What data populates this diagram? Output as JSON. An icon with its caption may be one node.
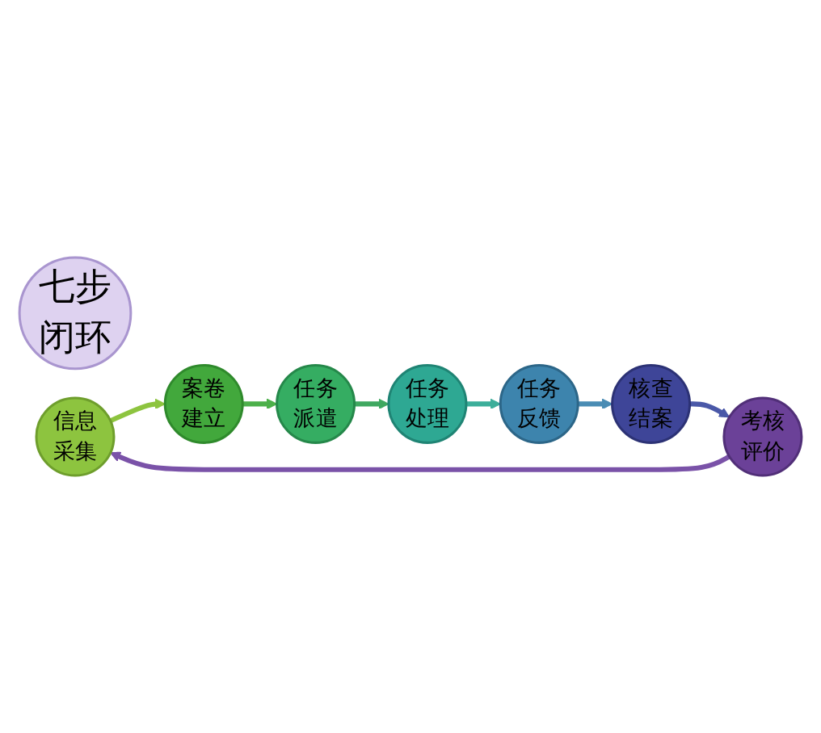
{
  "diagram": {
    "nodes": [
      {
        "text": [
          "七步闭环"
        ]
      },
      {
        "text": [
          "信息采集"
        ]
      },
      {
        "text": [
          "案卷建立"
        ]
      },
      {
        "text": [
          "任务派遣"
        ]
      },
      {
        "text": [
          "任务处理"
        ]
      },
      {
        "text": [
          "任务反馈"
        ]
      },
      {
        "text": [
          "核查结案"
        ]
      },
      {
        "text": [
          "考核评价"
        ]
      }
    ],
    "edges": [
      {
        "from": 1,
        "to": 2,
        "arrow": "to",
        "color": "#8dc43f"
      },
      {
        "from": 2,
        "to": 3,
        "arrow": "to",
        "color": "#4cb04a"
      },
      {
        "from": 3,
        "to": 4,
        "arrow": "to",
        "color": "#3fa860"
      },
      {
        "from": 4,
        "to": 5,
        "arrow": "to",
        "color": "#3cae9a"
      },
      {
        "from": 5,
        "to": 6,
        "arrow": "to",
        "color": "#4a8cb4"
      },
      {
        "from": 6,
        "to": 7,
        "arrow": "to",
        "color": "#4a58a8"
      },
      {
        "from": 7,
        "to": 1,
        "arrow": "to",
        "color": "#7a52a8"
      }
    ]
  }
}
